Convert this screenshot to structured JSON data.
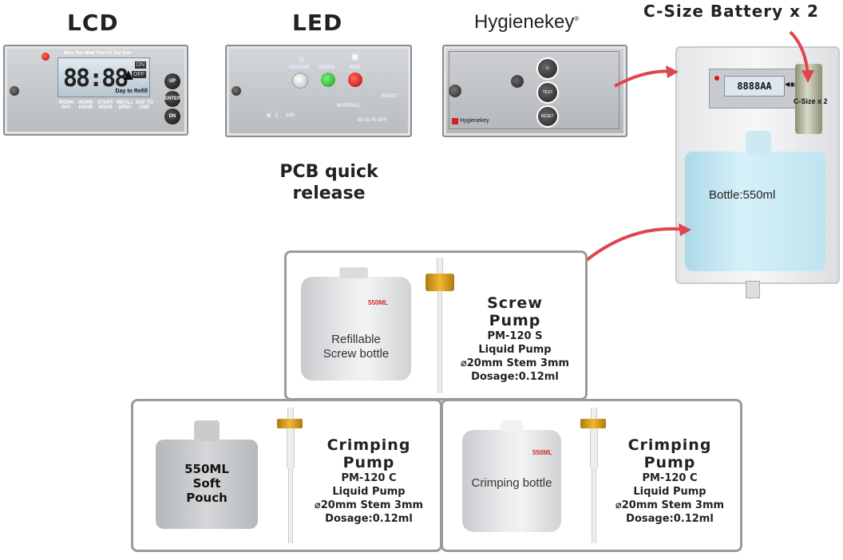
{
  "lcd": {
    "title": "LCD",
    "days": "Mon Tue Wed Thu Fri Sat Sun",
    "digits": "88:88",
    "on": "ON",
    "off": "OFF",
    "day_to_refill": "Day to Refill",
    "buttons": [
      "UP",
      "ENTER",
      "DN"
    ],
    "labels": [
      "WORK DAY",
      "WORK HOUR",
      "START HOUR",
      "REFILL SPEC",
      "DAY TO USE"
    ]
  },
  "led": {
    "title": "LED",
    "sensor": "SENSOR",
    "green": "GREEN",
    "red": "RED",
    "reset": "RESET",
    "interval": "INTERVAL",
    "mode": "24H",
    "interval_values": "30  15  75  OFF"
  },
  "hygienekey": {
    "logo": "Hygienekey",
    "registered": "®",
    "panel_logo": "Hygienekey",
    "buttons": [
      "TEST",
      "RESET"
    ]
  },
  "pcb_note": {
    "line1": "PCB quick",
    "line2": "release"
  },
  "device": {
    "battery_title": "C-Size Battery x 2",
    "battery_label": "C-Size x 2",
    "bottle_label": "Bottle:550ml",
    "digits": "8888AA"
  },
  "screw_box": {
    "bottle_red": "550ML",
    "bottle_label_1": "Refillable",
    "bottle_label_2": "Screw bottle",
    "title_1": "Screw",
    "title_2": "Pump",
    "model": "PM-120 S",
    "type": "Liquid Pump",
    "size": "⌀20mm Stem 3mm",
    "dosage": "Dosage:0.12ml"
  },
  "pouch_box": {
    "pouch_1": "550ML",
    "pouch_2": "Soft",
    "pouch_3": "Pouch",
    "title_1": "Crimping",
    "title_2": "Pump",
    "model": "PM-120 C",
    "type": "Liquid Pump",
    "size": "⌀20mm Stem 3mm",
    "dosage": "Dosage:0.12ml"
  },
  "crimp_box": {
    "bottle_red": "550ML",
    "bottle_label": "Crimping bottle",
    "title_1": "Crimping",
    "title_2": "Pump",
    "model": "PM-120 C",
    "type": "Liquid Pump",
    "size": "⌀20mm Stem 3mm",
    "dosage": "Dosage:0.12ml"
  },
  "colors": {
    "arrow": "#e0454f",
    "pump_cap": "#e5a820",
    "box_border": "#9a9a9a"
  }
}
